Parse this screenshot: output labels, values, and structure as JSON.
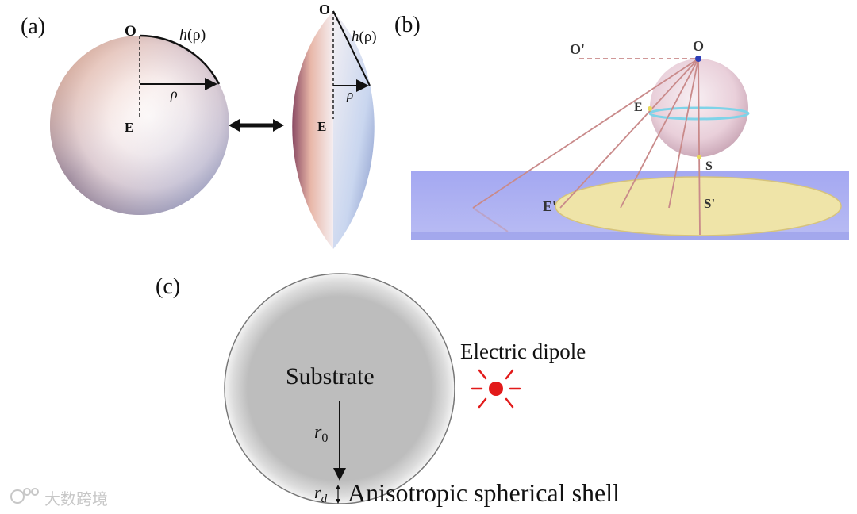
{
  "panel_a": {
    "label": "(a)",
    "sphere": {
      "point_o": "O",
      "point_e": "E",
      "h": "h",
      "h_arg": "(ρ)",
      "rho": "ρ"
    },
    "lens": {
      "point_o": "O",
      "point_e": "E",
      "h": "h",
      "h_arg": "(ρ)",
      "rho": "ρ"
    }
  },
  "panel_b": {
    "label": "(b)",
    "points": {
      "o_prime": "O'",
      "o": "O",
      "e": "E",
      "s": "S",
      "e_prime": "E'",
      "s_prime": "S'"
    },
    "colors": {
      "substrate": "#a9adf2",
      "disk": "#efe4a8",
      "rays": "#c98a8a",
      "equator": "#7fd3e8"
    }
  },
  "panel_c": {
    "label": "(c)",
    "substrate_label": "Substrate",
    "dipole_label": "Electric dipole",
    "r0_symbol": "r",
    "r0_sub": "0",
    "rd_symbol": "r",
    "rd_sub": "d",
    "shell_label": "Anisotropic spherical shell",
    "colors": {
      "dipole": "#e21a1a",
      "substrate": "#bdbdbd"
    }
  },
  "watermark": {
    "text": "大数跨境"
  }
}
